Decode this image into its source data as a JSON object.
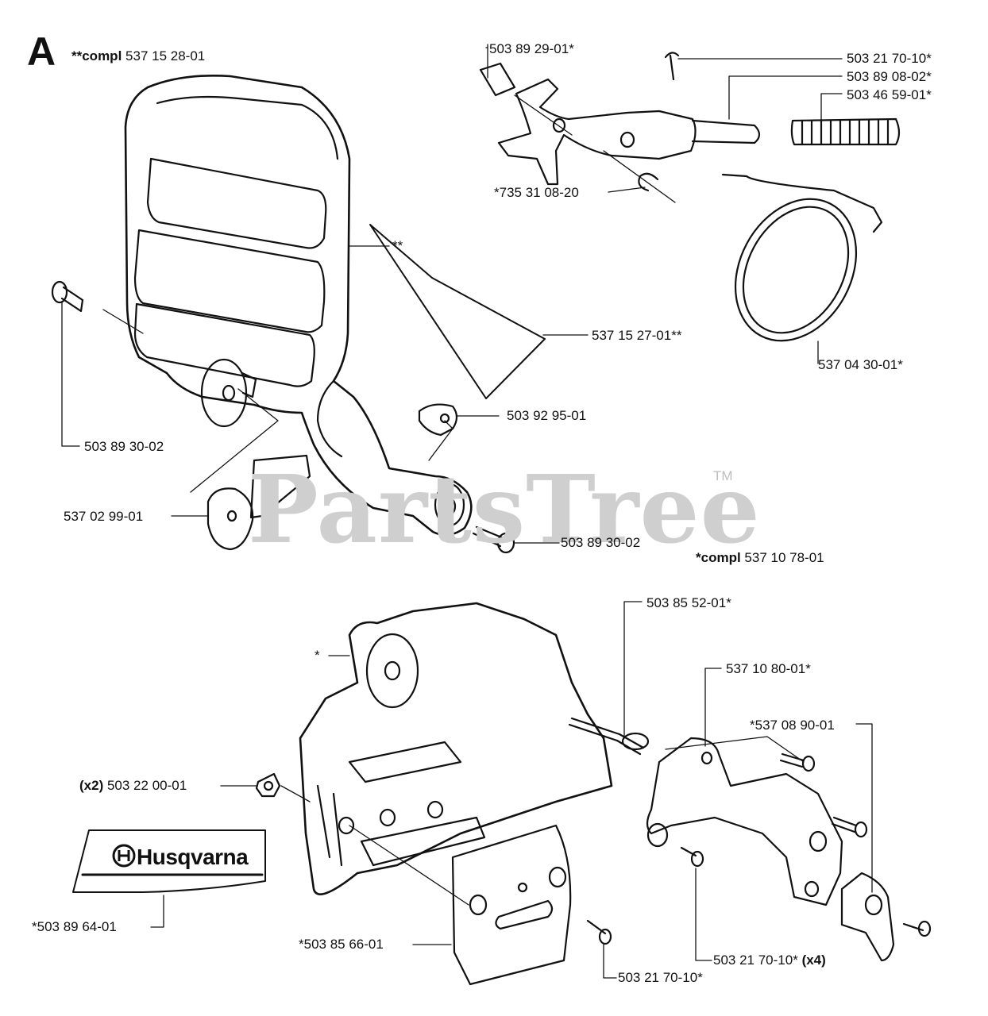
{
  "section_letter": "A",
  "watermark": {
    "text": "PartsTree",
    "trademark": "TM"
  },
  "assembly_labels": {
    "guard_compl": {
      "prefix": "**compl",
      "number": "537 15 28-01"
    },
    "brake_compl": {
      "prefix": "*compl",
      "number": "537 10 78-01"
    }
  },
  "part_labels": {
    "p_503_89_29": "503 89 29-01*",
    "p_503_21_70_top": "503 21 70-10*",
    "p_503_89_08": "503 89 08-02*",
    "p_503_46_59": "503 46 59-01*",
    "p_735_31_08": "*735 31 08-20",
    "p_guard_marker": "**",
    "p_537_15_27": "537 15 27-01**",
    "p_537_04_30": "537 04 30-01*",
    "p_503_89_30_left": "503 89 30-02",
    "p_503_92_95": "503 92 95-01",
    "p_537_02_99": "537 02 99-01",
    "p_503_89_30_right": "503 89 30-02",
    "p_503_85_52": "503 85 52-01*",
    "p_cover_marker": "*",
    "p_537_10_80": "537 10 80-01*",
    "p_537_08_90": "*537 08 90-01",
    "p_503_22_00_qty": "(x2)",
    "p_503_22_00": "503 22 00-01",
    "p_503_89_64": "*503 89 64-01",
    "p_503_85_66": "*503 85 66-01",
    "p_503_21_70_x4": "503 21 70-10*",
    "p_503_21_70_x4_qty": "(x4)",
    "p_503_21_70_bottom": "503 21 70-10*"
  },
  "decal": {
    "brand": "Husqvarna"
  },
  "colors": {
    "line": "#111111",
    "watermark": "#cfcfcf",
    "fill": "#ffffff"
  }
}
